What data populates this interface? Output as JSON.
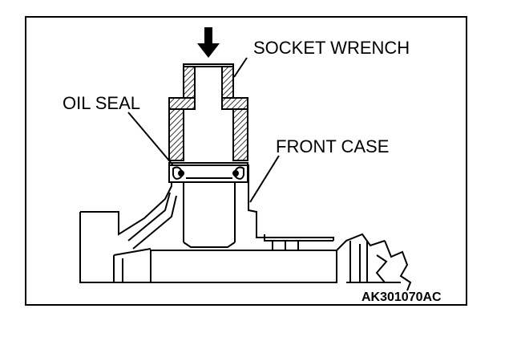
{
  "labels": {
    "socket_wrench": "SOCKET WRENCH",
    "oil_seal": "OIL SEAL",
    "front_case": "FRONT CASE"
  },
  "figure_code": "AK301070AC"
}
